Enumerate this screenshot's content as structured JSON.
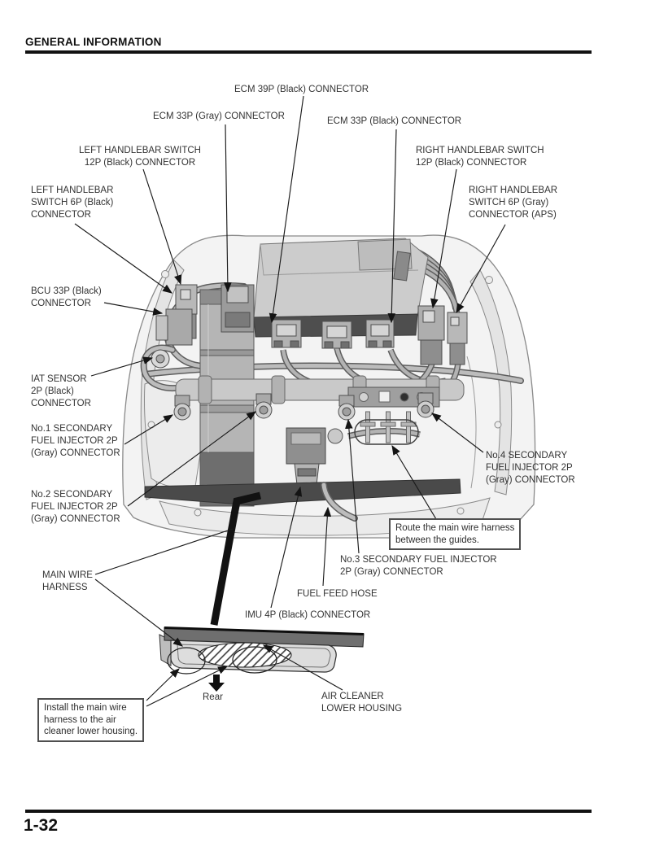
{
  "page": {
    "section_title": "GENERAL INFORMATION",
    "page_number": "1-32"
  },
  "diagram": {
    "callouts": {
      "ecm_39p": "ECM 39P (Black) CONNECTOR",
      "ecm_33p_gray": "ECM 33P (Gray) CONNECTOR",
      "ecm_33p_black": "ECM 33P (Black) CONNECTOR",
      "left_handlebar_12p": "LEFT HANDLEBAR SWITCH\n12P (Black) CONNECTOR",
      "right_handlebar_12p": "RIGHT HANDLEBAR SWITCH\n12P (Black) CONNECTOR",
      "left_handlebar_6p": "LEFT HANDLEBAR\nSWITCH 6P (Black)\nCONNECTOR",
      "right_handlebar_6p": "RIGHT HANDLEBAR\nSWITCH 6P (Gray)\nCONNECTOR (APS)",
      "bcu_33p": "BCU 33P (Black)\nCONNECTOR",
      "iat_sensor": "IAT SENSOR\n2P (Black)\nCONNECTOR",
      "no1_injector": "No.1 SECONDARY\nFUEL INJECTOR 2P\n(Gray) CONNECTOR",
      "no2_injector": "No.2 SECONDARY\nFUEL INJECTOR 2P\n(Gray) CONNECTOR",
      "no3_injector": "No.3 SECONDARY FUEL INJECTOR\n2P (Gray) CONNECTOR",
      "no4_injector": "No.4 SECONDARY\nFUEL INJECTOR 2P\n(Gray) CONNECTOR",
      "main_wire_harness": "MAIN WIRE\nHARNESS",
      "fuel_feed_hose": "FUEL FEED HOSE",
      "imu_4p": "IMU 4P (Black) CONNECTOR",
      "air_cleaner": "AIR CLEANER\nLOWER HOUSING",
      "rear": "Rear"
    },
    "notes": {
      "route": "Route the main wire harness\nbetween the guides.",
      "install": "Install the main wire\nharness to the air\ncleaner lower housing."
    }
  }
}
